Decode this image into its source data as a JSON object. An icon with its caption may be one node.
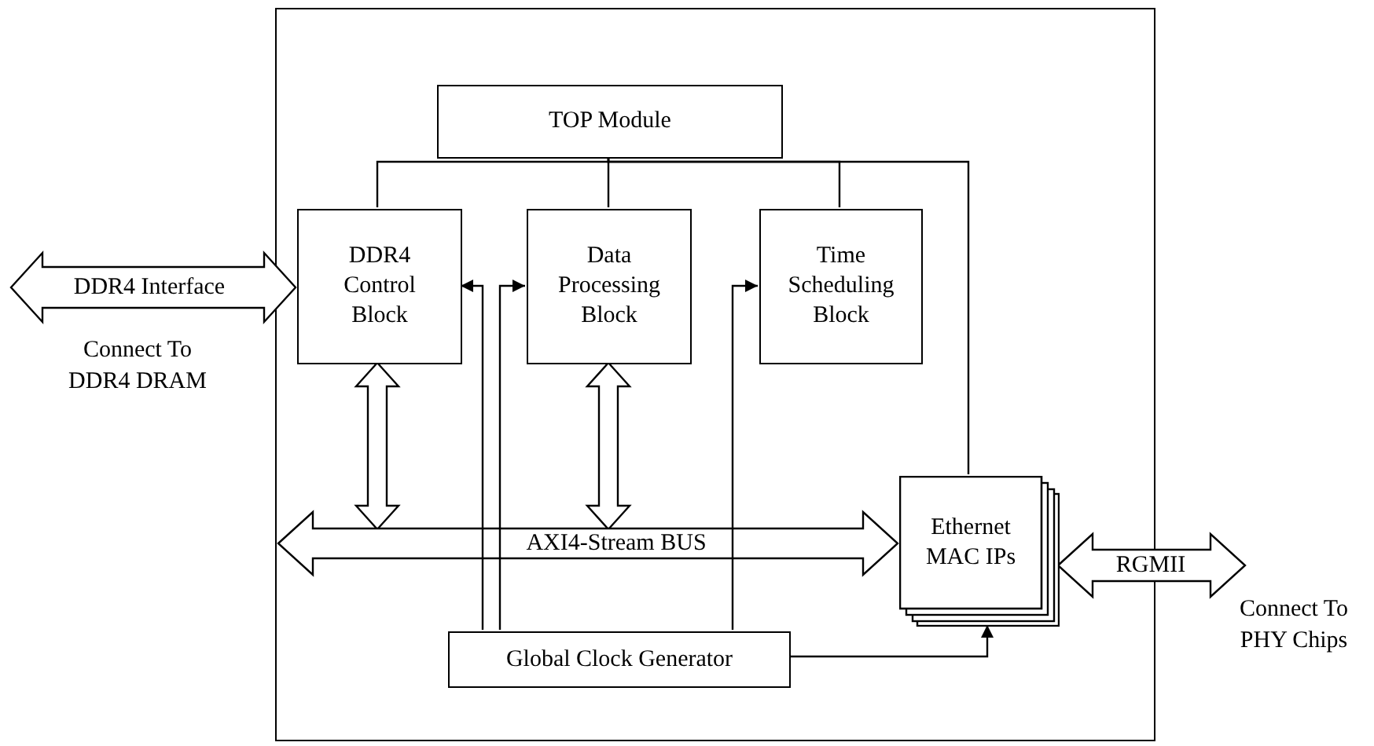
{
  "diagram": {
    "nodes": [
      {
        "text": [],
        "shape": "box"
      },
      {
        "text": [
          "TOP Module"
        ],
        "in": 0
      },
      {
        "text": [
          "DDR4 Control Block"
        ],
        "in": 0
      },
      {
        "text": [
          "Data Processing Block"
        ],
        "in": 0
      },
      {
        "text": [
          "Time Scheduling Block"
        ],
        "in": 0
      },
      {
        "text": [
          "Ethernet MAC IPs"
        ],
        "in": 0
      },
      {
        "text": [
          "Global Clock Generator"
        ],
        "in": 0
      }
    ],
    "edges": [
      {
        "from": 1,
        "to": 2,
        "arrow": "none"
      },
      {
        "from": 1,
        "to": 3,
        "arrow": "none"
      },
      {
        "from": 1,
        "to": 4,
        "arrow": "none"
      },
      {
        "from": 1,
        "to": 5,
        "arrow": "none"
      },
      {
        "from": 6,
        "to": 2,
        "arrow": "to"
      },
      {
        "from": 6,
        "to": 3,
        "arrow": "to"
      },
      {
        "from": 6,
        "to": 4,
        "arrow": "to"
      },
      {
        "from": 6,
        "to": 5,
        "arrow": "to"
      },
      {
        "from": null,
        "to": 2,
        "arrow": "both",
        "style": "thick",
        "label": "DDR4 Interface"
      },
      {
        "from": 2,
        "to": null,
        "arrow": "both",
        "style": "thick"
      },
      {
        "from": 3,
        "to": null,
        "arrow": "both",
        "style": "thick"
      },
      {
        "from": null,
        "to": 5,
        "arrow": "both",
        "style": "thick",
        "label": "AXI4-Stream BUS"
      },
      {
        "from": 5,
        "to": null,
        "arrow": "both",
        "style": "thick",
        "label": "RGMII"
      }
    ],
    "labels": [
      "Connect To DDR4 DRAM",
      "Connect To PHY Chips"
    ]
  }
}
